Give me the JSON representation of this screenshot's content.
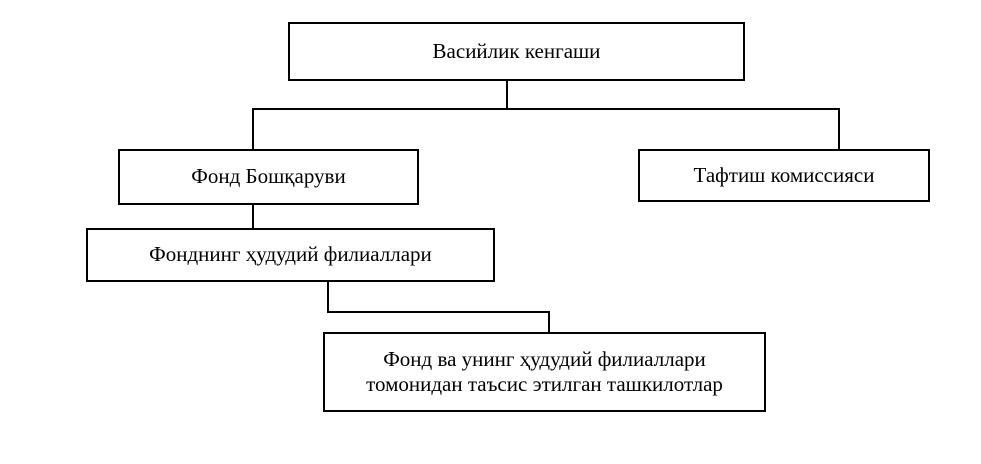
{
  "diagram": {
    "nodes": {
      "supervisory_board": "Васийлик кенгаши",
      "fund_management": "Фонд Бошқаруви",
      "audit_commission": "Тафтиш комиссияси",
      "regional_branches": "Фонднинг ҳудудий филиаллари",
      "established_organizations_line1": "Фонд ва унинг ҳудудий филиаллари",
      "established_organizations_line2": "томонидан таъсис этилган ташкилотлар"
    },
    "edges": [
      {
        "from": "supervisory_board",
        "to": "fund_management"
      },
      {
        "from": "supervisory_board",
        "to": "audit_commission"
      },
      {
        "from": "fund_management",
        "to": "regional_branches"
      },
      {
        "from": "regional_branches",
        "to": "established_organizations"
      }
    ]
  }
}
